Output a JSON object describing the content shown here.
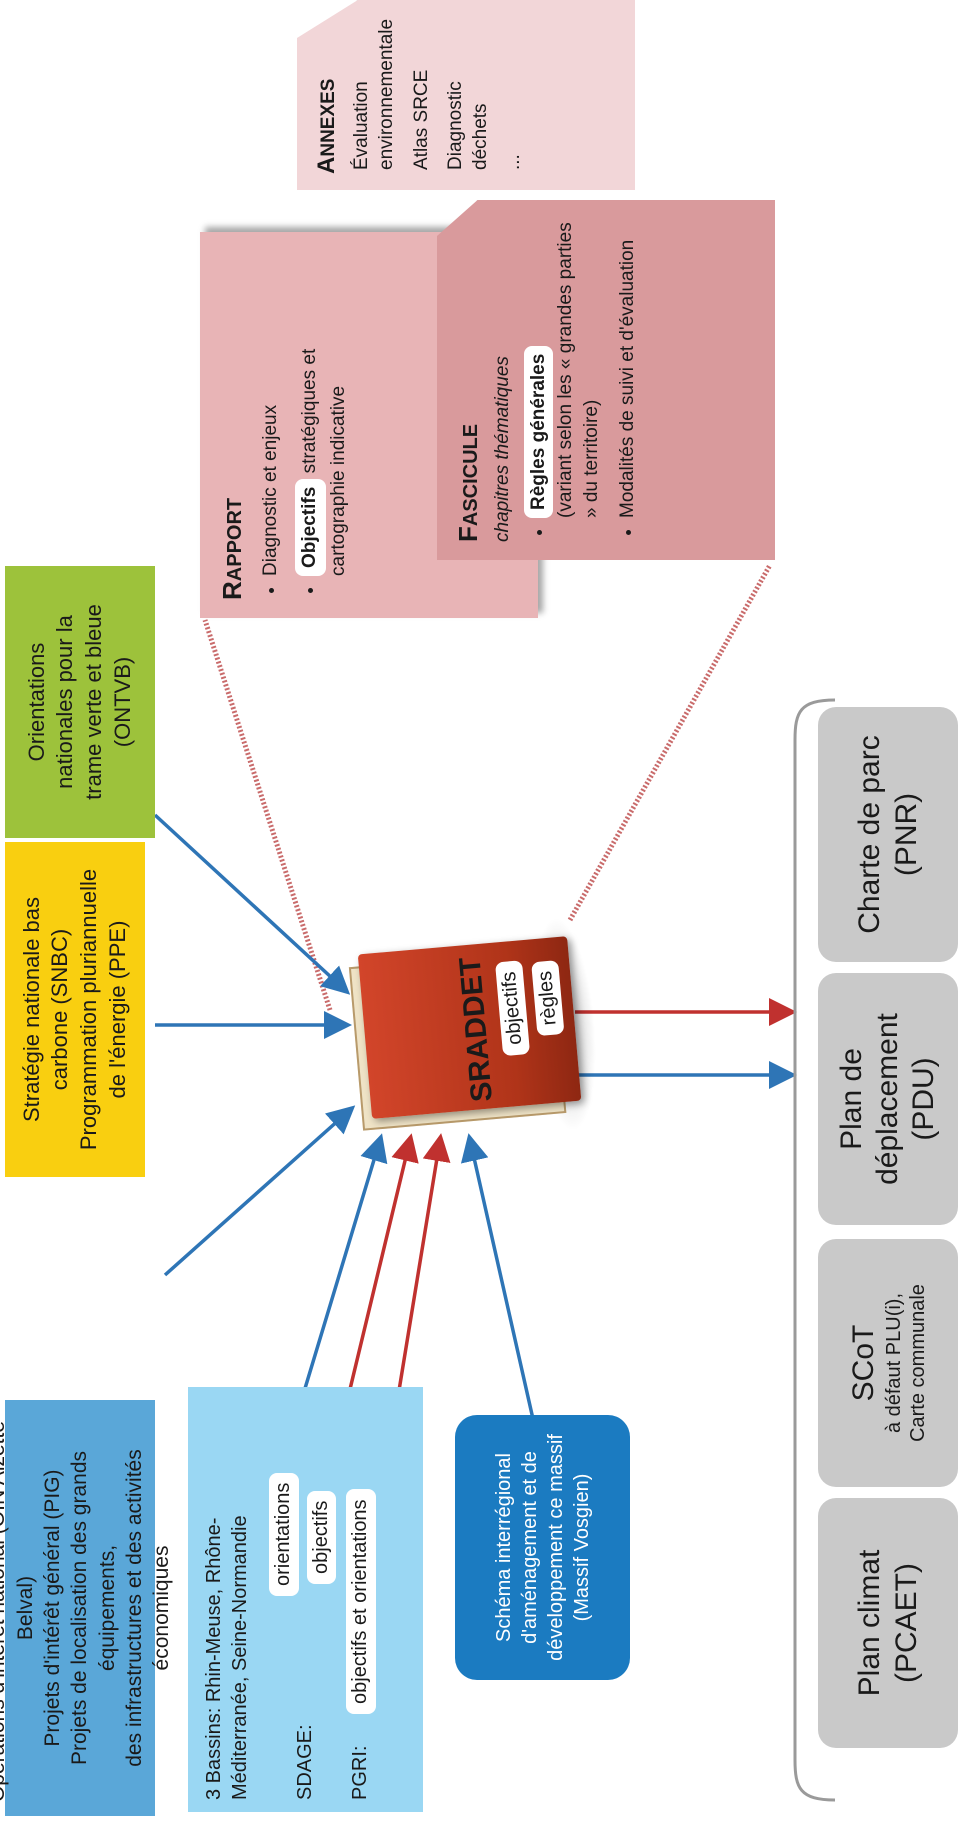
{
  "oin_box": {
    "line1": "Opérations d'intérêt national (OIN Alzette-Belval)",
    "line2": "Projets d'intérêt général (PIG)",
    "line3": "Projets de localisation des grands équipements,",
    "line4": "des infrastructures et des activités économiques"
  },
  "snbc_box": {
    "line1": "Stratégie nationale bas",
    "line2": "carbone (SNBC)",
    "line3": "Programmation pluriannuelle",
    "line4": "de l'énergie (PPE)"
  },
  "ontvb_box": {
    "line1": "Orientations",
    "line2": "nationales pour la",
    "line3": "trame verte et bleue",
    "line4": "(ONTVB)"
  },
  "bassins_box": {
    "line1": "3 Bassins: Rhin-Meuse, Rhône-",
    "line2": "Méditerranée, Seine-Normandie",
    "sdage_label": "SDAGE:",
    "pgri_label": "PGRI:",
    "tag_orientations": "orientations",
    "tag_objectifs": "objectifs",
    "tag_obj_orient": "objectifs et orientations"
  },
  "massif_box": {
    "line1": "Schéma interrégional",
    "line2": "d'aménagement et de",
    "line3": "développement ce massif",
    "line4": "(Massif Vosgien)"
  },
  "book": {
    "title": "SRADDET",
    "tag_objectifs": "objectifs",
    "tag_regles": "règles"
  },
  "rapport": {
    "title_cap": "R",
    "title_rest": "APPORT",
    "bullet1": "Diagnostic et enjeux",
    "bullet2_bold": "Objectifs",
    "bullet2_rest": " stratégiques et cartographie indicative"
  },
  "fascicule": {
    "title_cap": "F",
    "title_rest": "ASCICULE",
    "subtitle": "chapitres thématiques",
    "bullet1_bold": "Règles générales",
    "bullet1_rest": "(variant selon les « grandes parties » du territoire)",
    "bullet2": "Modalités de suivi et d'évaluation"
  },
  "annexes": {
    "title_cap": "A",
    "title_rest": "NNEXES",
    "item1a": "Évaluation",
    "item1b": "environnementale",
    "item2": "Atlas SRCE",
    "item3a": "Diagnostic",
    "item3b": "déchets",
    "item4": "..."
  },
  "bottom_boxes": {
    "pcaet_l1": "Plan climat",
    "pcaet_l2": "(PCAET)",
    "scot_l1": "SCoT",
    "scot_l2": "à défaut PLU(i),",
    "scot_l3": "Carte communale",
    "pdu_l1": "Plan de",
    "pdu_l2": "déplacement",
    "pdu_l3": "(PDU)",
    "pnr_l1": "Charte de parc",
    "pnr_l2": "(PNR)"
  },
  "colors": {
    "blue_box": "#5aa7d8",
    "yellow_box": "#f9cf10",
    "green_box": "#9dc23b",
    "light_blue_box": "#9ad7f3",
    "dark_blue_box": "#1b7bc1",
    "book_red": "#c03a22",
    "rapport_pink": "#e8b4b6",
    "fascicule_pink": "#d99a9c",
    "annexes_pink": "#f2d6d8",
    "grey_box": "#c9c9c9",
    "arrow_blue": "#2e75b6",
    "arrow_red": "#c0312f"
  }
}
